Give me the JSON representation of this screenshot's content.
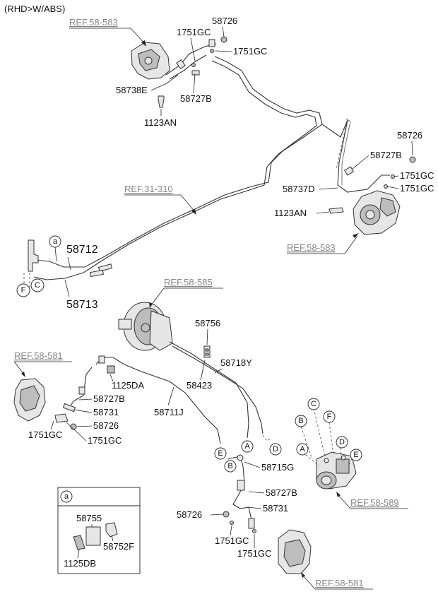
{
  "title": "(RHD>W/ABS)",
  "refs": {
    "r1": "REF.58-583",
    "r2": "REF.31-310",
    "r3": "REF.58-583",
    "r4": "REF.58-585",
    "r5": "REF.58-581",
    "r6": "REF.58-589",
    "r7": "REF.58-581"
  },
  "labels": {
    "p58726_top": "58726",
    "p1751gc_a": "1751GC",
    "p1751gc_b": "1751GC",
    "p58738e": "58738E",
    "p58727b_top": "58727B",
    "p1123an_top": "1123AN",
    "p58726_right": "58726",
    "p58727b_right": "58727B",
    "p1751gc_c": "1751GC",
    "p1751gc_d": "1751GC",
    "p58737d": "58737D",
    "p1123an_right": "1123AN",
    "p58712": "58712",
    "p58713": "58713",
    "p58756": "58756",
    "p58718y": "58718Y",
    "p58423": "58423",
    "p1125da": "1125DA",
    "p58727b_mid": "58727B",
    "p58731_mid": "58731",
    "p58711j": "58711J",
    "p58726_mid": "58726",
    "p1751gc_e": "1751GC",
    "p1751gc_f": "1751GC",
    "p58715g": "58715G",
    "p58727b_low": "58727B",
    "p58731_low": "58731",
    "p58726_low": "58726",
    "p1751gc_g": "1751GC",
    "p1751gc_h": "1751GC",
    "inset_a": "a",
    "inset_58755": "58755",
    "inset_58752f": "58752F",
    "inset_1125db": "1125DB"
  },
  "circles": {
    "a": "a",
    "c_left": "C",
    "f_left": "F",
    "a_mid": "A",
    "b_mid": "B",
    "d_mid": "D",
    "e_mid": "E",
    "a_abs": "A",
    "b_abs": "B",
    "c_abs": "C",
    "d_abs": "D",
    "e_abs": "E",
    "f_abs": "F"
  }
}
